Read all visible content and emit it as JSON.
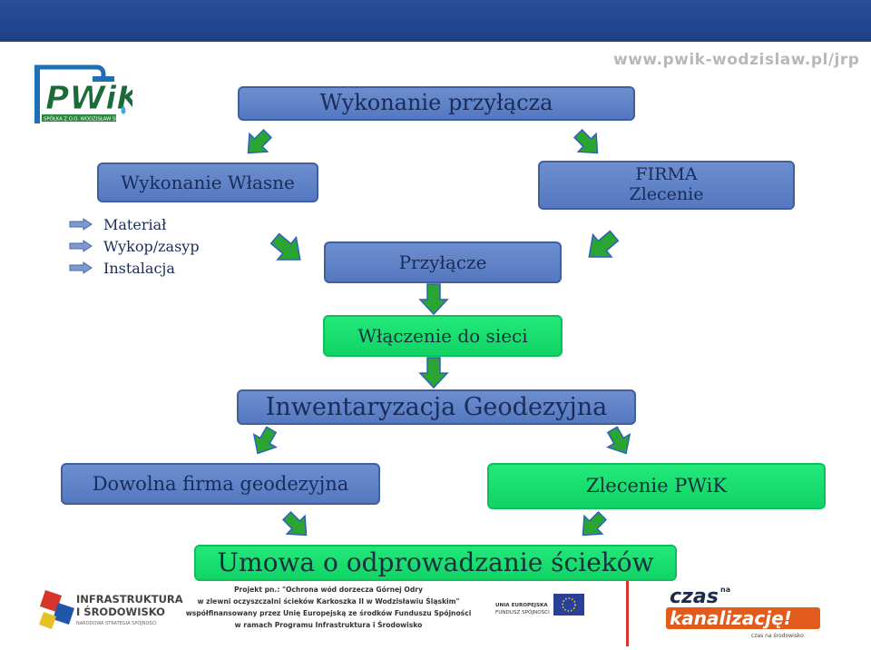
{
  "header": {
    "url": "www.pwik-wodzislaw.pl/jrp"
  },
  "logo": {
    "name": "PWiK",
    "subtitle": "SPÓŁKA Z O.O. WODZISŁAW ŚL."
  },
  "diagram": {
    "top": "Wykonanie przyłącza",
    "own": "Wykonanie Własne",
    "firm_line1": "FIRMA",
    "firm_line2": "Zlecenie",
    "connection": "Przyłącze",
    "own_items": [
      "Materiał",
      "Wykop/zasyp",
      "Instalacja"
    ],
    "network": "Włączenie do sieci",
    "inventory": "Inwentaryzacja Geodezyjna",
    "any_firm": "Dowolna firma geodezyjna",
    "order_pwik": "Zlecenie PWiK",
    "contract": "Umowa o odprowadzanie ścieków"
  },
  "colors": {
    "blue_box": "#6085c8",
    "green_box": "#1ee074",
    "arrow_green": "#2aa531",
    "arrow_border": "#2f5fc0"
  },
  "footer": {
    "infra_line1": "INFRASTRUKTURA",
    "infra_line2": "I ŚRODOWISKO",
    "infra_line3": "NARODOWA STRATEGIA SPÓJNOŚCI",
    "project_lines": [
      "Projekt pn.: \"Ochrona wód dorzecza Górnej Odry",
      "w zlewni oczyszczalni ścieków Karkoszka II w Wodzisławiu Śląskim\"",
      "współfinansowany przez Unię Europejską ze środków Funduszu Spójności",
      "w ramach Programu Infrastruktura i Środowisko"
    ],
    "eu_line1": "UNIA EUROPEJSKA",
    "eu_line2": "FUNDUSZ SPÓJNOŚCI",
    "campaign_top": "czas",
    "campaign_na": "na",
    "campaign_main": "kanalizację!",
    "campaign_sub": "czas na środowisko"
  }
}
